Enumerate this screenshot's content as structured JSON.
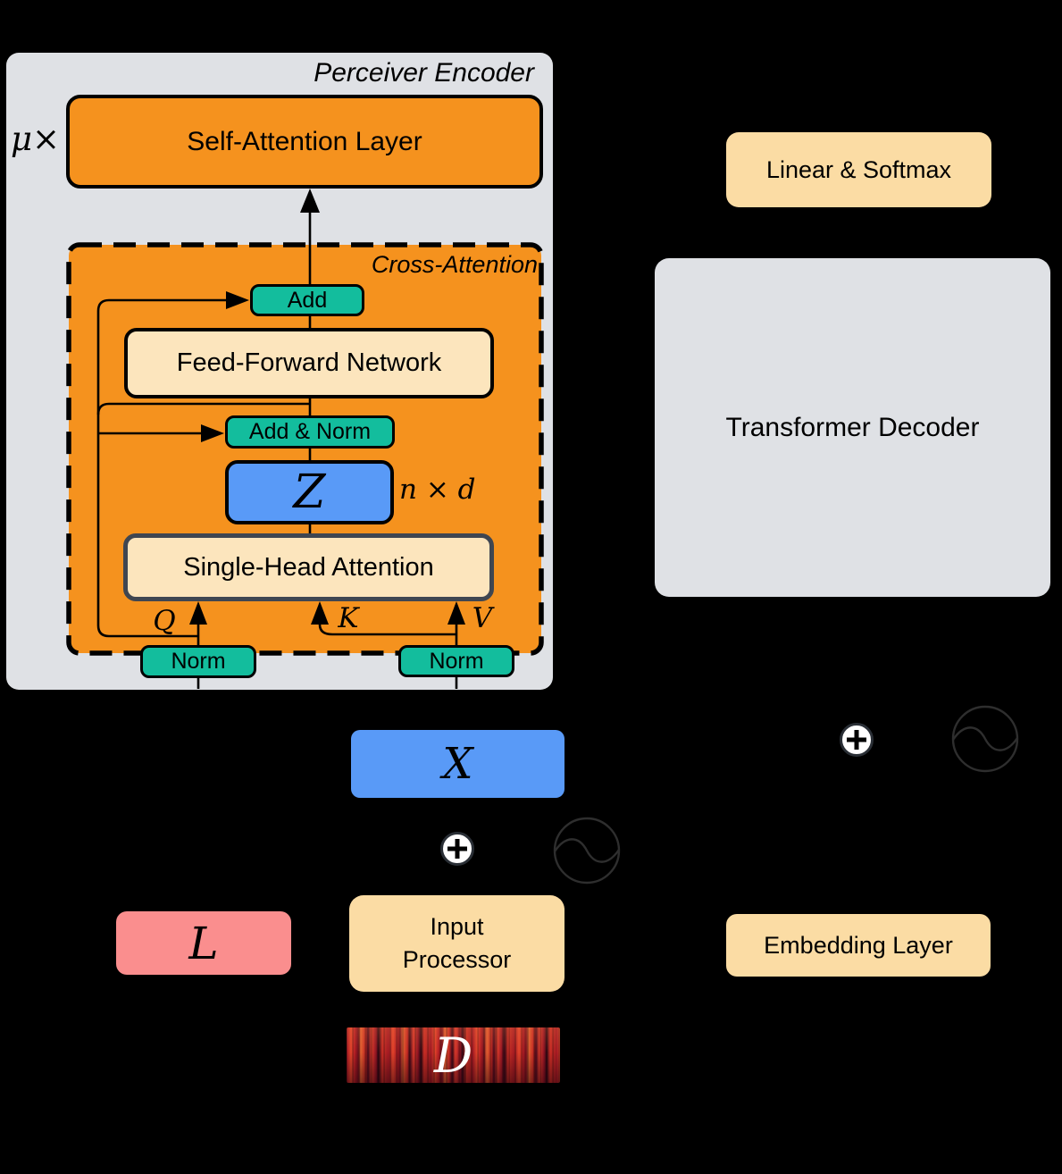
{
  "colors": {
    "background": "#000000",
    "orange": "#F5921E",
    "teal": "#13BD9D",
    "cream_light": "#FCE5BD",
    "cream": "#FBDCA4",
    "blue": "#599AF7",
    "pink": "#FA8E8E",
    "panel_gray": "#DFE1E5"
  },
  "encoder": {
    "title": "Perceiver Encoder",
    "repeat_label": "μ×",
    "self_attention_label": "Self-Attention Layer",
    "cross_attention": {
      "title": "Cross-Attention",
      "add_label": "Add",
      "feed_forward_label": "Feed-Forward Network",
      "add_norm_label": "Add & Norm",
      "latent_label": "Z",
      "latent_shape_label": "n × d",
      "single_head_label": "Single-Head Attention",
      "query_label": "Q",
      "key_label": "K",
      "value_label": "V",
      "norm_left_label": "Norm",
      "norm_right_label": "Norm"
    }
  },
  "decoder": {
    "linear_softmax_label": "Linear & Softmax",
    "transformer_decoder_label": "Transformer Decoder",
    "embedding_layer_label": "Embedding Layer"
  },
  "inputs": {
    "latent_array_label": "L",
    "feature_matrix_label": "X",
    "input_processor_line1": "Input",
    "input_processor_line2": "Processor",
    "data_label": "D"
  },
  "icons": {
    "plus": "plus-icon",
    "positional_encoding": "sine-wave-circle-icon"
  }
}
